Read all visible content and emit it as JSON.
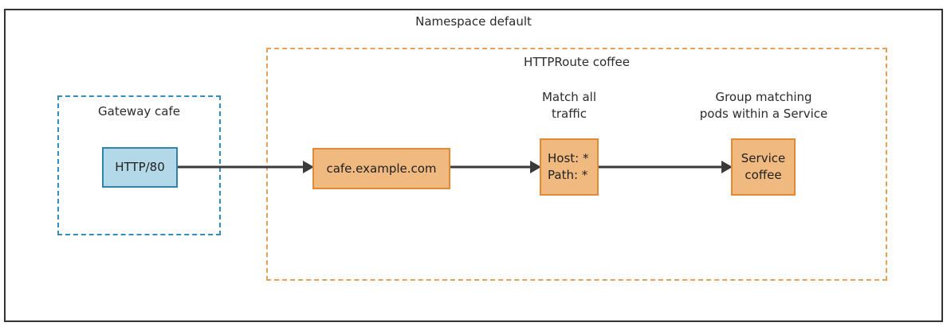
{
  "diagram": {
    "title": "Namespace default",
    "colors": {
      "namespace_border": "#333333",
      "gateway_border": "#2e8fbe",
      "httproute_border": "#e6a05a",
      "listener_fill": "#b3d9e8",
      "listener_border": "#2e86ab",
      "route_node_fill": "#f0b97f",
      "route_node_border": "#e08a36",
      "arrow": "#3a3a3a",
      "text": "#2b2b2b",
      "background": "#ffffff"
    },
    "containers": {
      "namespace": {
        "label": "Namespace default"
      },
      "gateway": {
        "label": "Gateway cafe"
      },
      "httproute": {
        "label": "HTTPRoute coffee"
      }
    },
    "nodes": {
      "listener": {
        "label": "HTTP/80"
      },
      "hostname": {
        "label": "cafe.example.com"
      },
      "match": {
        "label": "Host: *\nPath: *"
      },
      "service": {
        "label": "Service\ncoffee"
      }
    },
    "annotations": {
      "match": "Match all\ntraffic",
      "service": "Group matching\npods within a Service"
    },
    "edges": [
      {
        "from": "listener",
        "to": "hostname",
        "arrow": "end"
      },
      {
        "from": "hostname",
        "to": "match",
        "arrow": "end"
      },
      {
        "from": "match",
        "to": "service",
        "arrow": "end"
      }
    ]
  }
}
